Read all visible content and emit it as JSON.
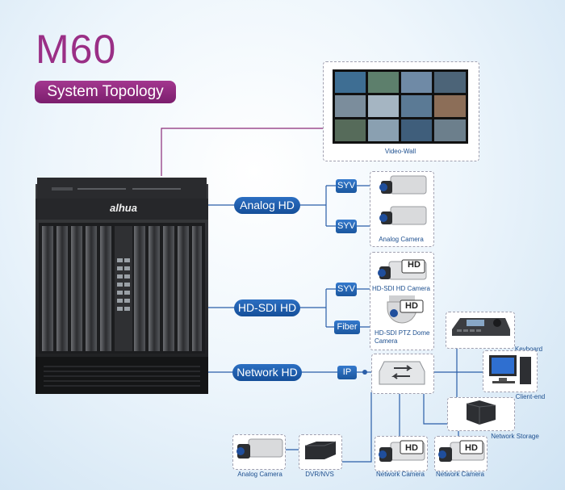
{
  "title": "M60",
  "subtitle": "System Topology",
  "brand": "alhua",
  "video_wall": {
    "caption": "Video-Wall"
  },
  "interfaces": {
    "analog": "Analog HD",
    "sdi": "HD-SDI HD",
    "network": "Network HD"
  },
  "tags": {
    "syv1": "SYV",
    "syv2": "SYV",
    "syv3": "SYV",
    "fiber": "Fiber",
    "ip": "IP"
  },
  "devices": {
    "analog_camera_top": "Analog Camera",
    "hdsdi_camera": "HD-SDI HD Camera",
    "ptz_dome_line1": "HD-SDI PTZ Dome",
    "ptz_dome_line2": "Camera",
    "keyboard": "Keyboard",
    "client_end": "Client-end",
    "network_storage": "Network Storage",
    "analog_camera_bottom": "Analog Camera",
    "dvr_nvs": "DVR/NVS",
    "network_camera_1": "Network Camera",
    "network_camera_2": "Network Camera",
    "hd_badge": "HD"
  },
  "colors": {
    "title": "#9a2f86",
    "pill": "#1f5faf",
    "line": "#2a5ea8",
    "wall_line": "#8a2b79"
  }
}
